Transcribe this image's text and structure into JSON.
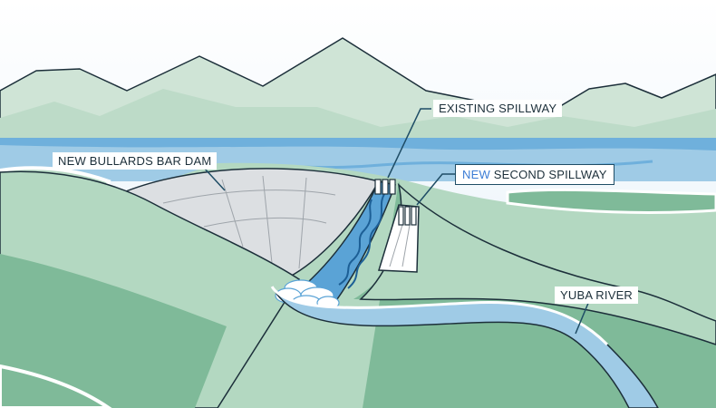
{
  "labels": {
    "existing_spillway": "EXISTING SPILLWAY",
    "new_second_spillway_prefix": "NEW",
    "new_second_spillway_rest": " SECOND SPILLWAY",
    "dam": "NEW BULLARDS BAR DAM",
    "river": "YUBA RIVER"
  },
  "colors": {
    "sky": "#eaf3fa",
    "mountain_far": "#cfe3d4",
    "mountain_near": "#b9d8c4",
    "water_light": "#9fcbe6",
    "water_dark": "#5aa3d6",
    "hill_light": "#b3d8c1",
    "hill_dark": "#7fba99",
    "dam": "#dcdfe2",
    "outline": "#1c2f3a",
    "highlight": "#3c7dd6"
  }
}
